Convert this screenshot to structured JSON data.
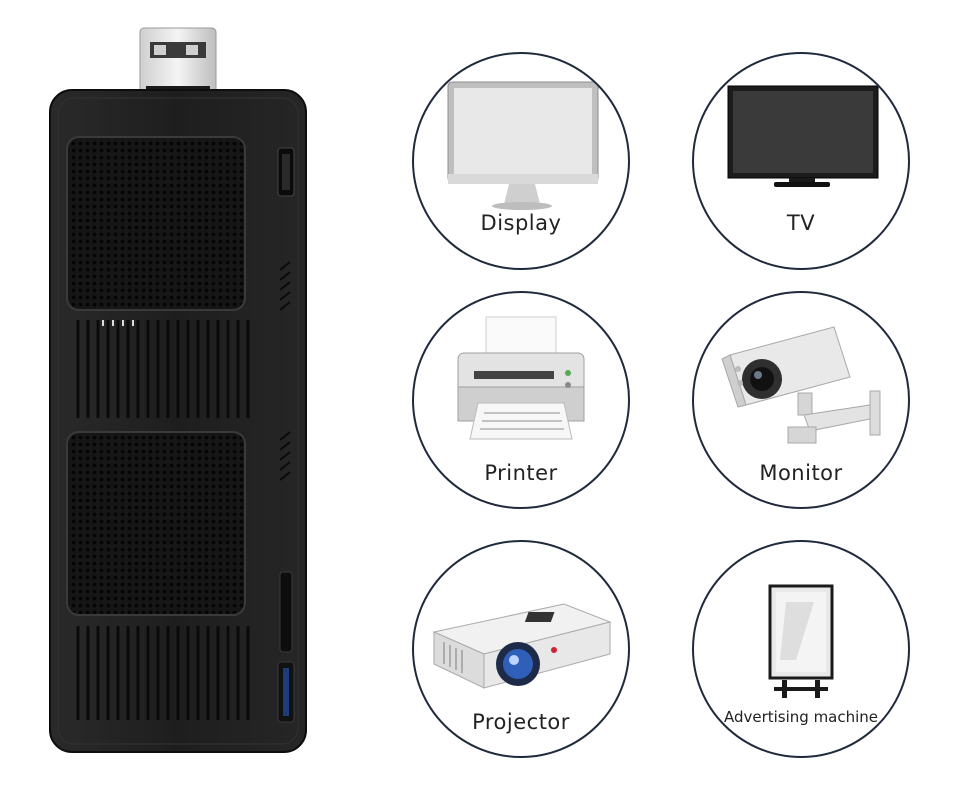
{
  "product": {
    "icon": "stick-pc-icon"
  },
  "applications": [
    {
      "label": "Display",
      "icon": "display-icon"
    },
    {
      "label": "TV",
      "icon": "tv-icon"
    },
    {
      "label": "Printer",
      "icon": "printer-icon"
    },
    {
      "label": "Monitor",
      "icon": "security-camera-icon"
    },
    {
      "label": "Projector",
      "icon": "projector-icon"
    },
    {
      "label": "Advertising machine",
      "icon": "advertising-machine-icon"
    }
  ],
  "colors": {
    "circle_border": "#1f2a3c",
    "device_body": "#1b1b1b",
    "label_text": "#222222"
  }
}
